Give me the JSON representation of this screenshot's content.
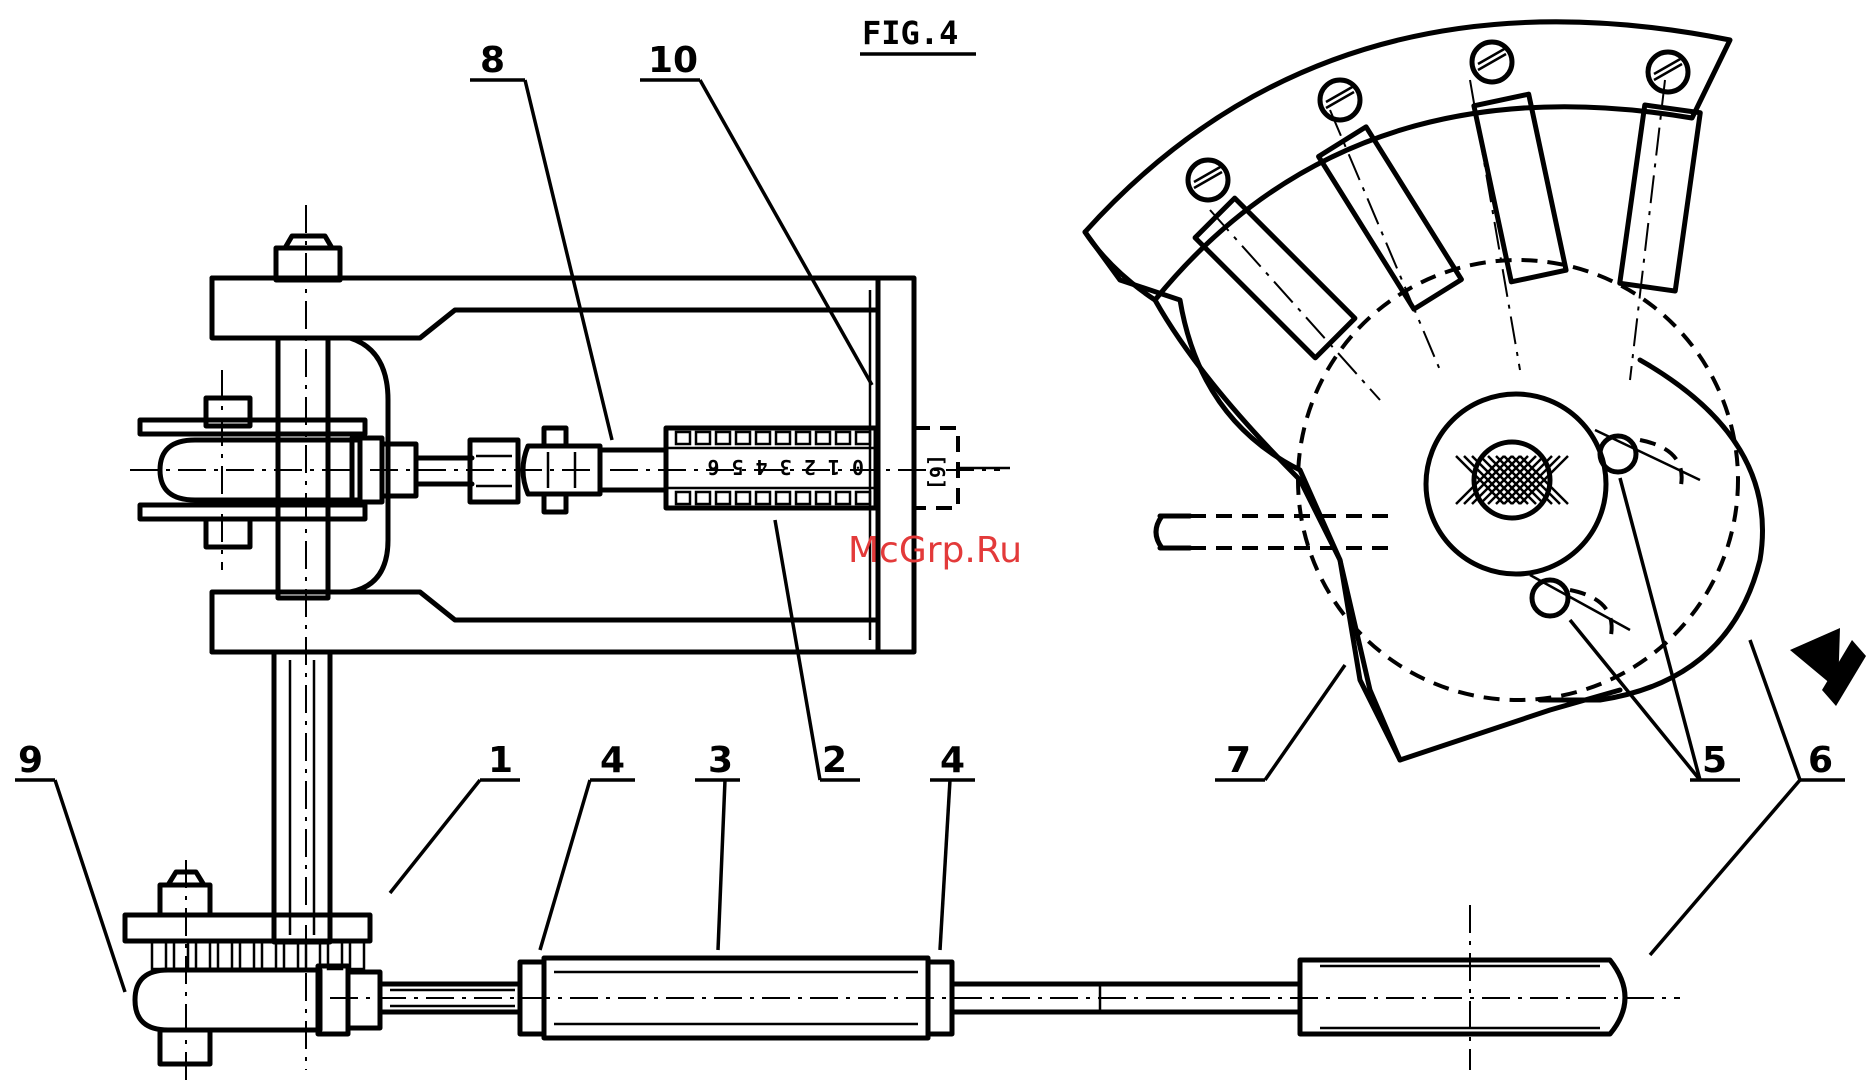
{
  "figure": {
    "title": "FIG.4"
  },
  "labels": {
    "l1": "1",
    "l2": "2",
    "l3": "3",
    "l4a": "4",
    "l4b": "4",
    "l5": "5",
    "l6": "6",
    "l7": "7",
    "l8": "8",
    "l9": "9",
    "l10": "10"
  },
  "scale": {
    "digits": "0 1 2 3 4 5 6",
    "bracket": "[6]"
  },
  "watermark": {
    "text": "McGrp.Ru",
    "color": "#e33a3a"
  }
}
